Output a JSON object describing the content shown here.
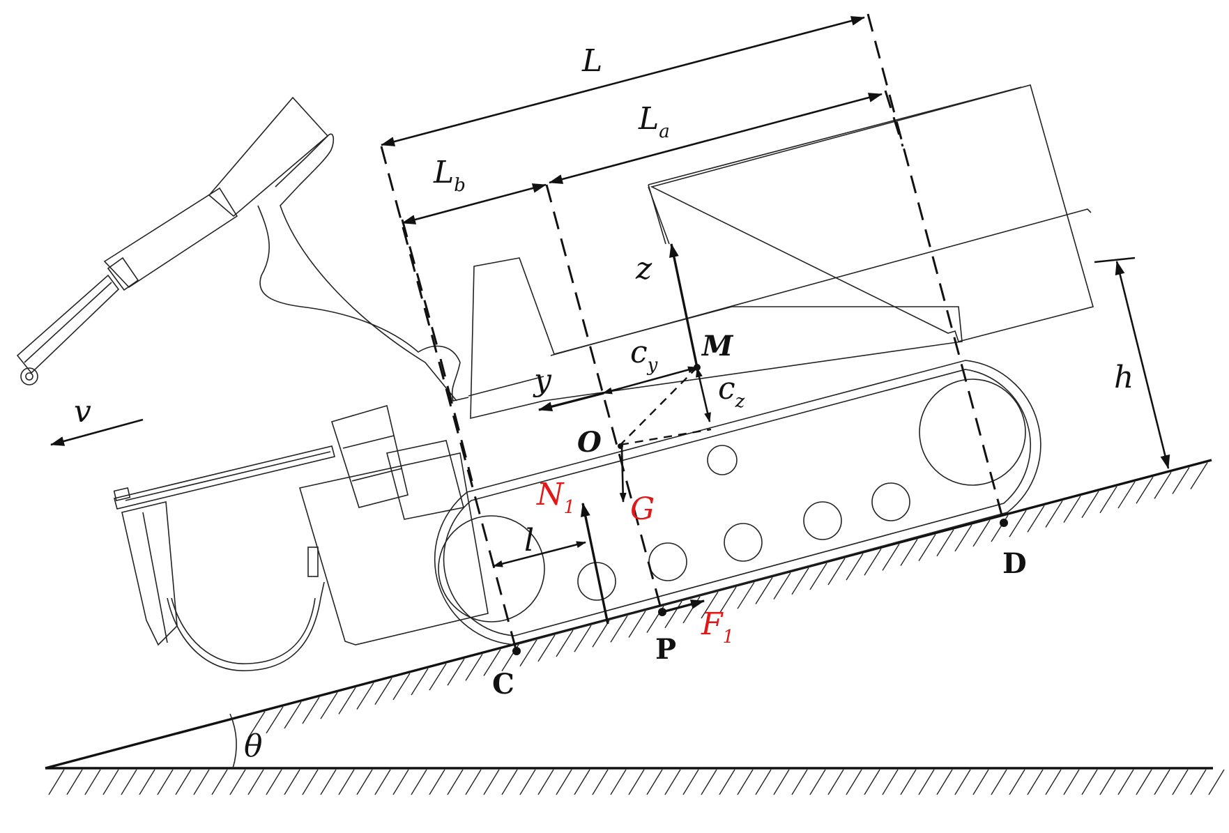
{
  "labels": {
    "L": "L",
    "La_main": "L",
    "La_sub": "a",
    "Lb_main": "L",
    "Lb_sub": "b",
    "z": "z",
    "y": "y",
    "M": "M",
    "cy_main": "c",
    "cy_sub": "y",
    "cz_main": "c",
    "cz_sub": "z",
    "O": "O",
    "h": "h",
    "v": "v",
    "N1_main": "N",
    "N1_sub": "1",
    "G": "G",
    "l": "l",
    "F1_main": "F",
    "F1_sub": "1",
    "C": "C",
    "P": "P",
    "D": "D",
    "theta": "θ"
  },
  "colors": {
    "force_label": "#e01818",
    "line": "#111111"
  }
}
